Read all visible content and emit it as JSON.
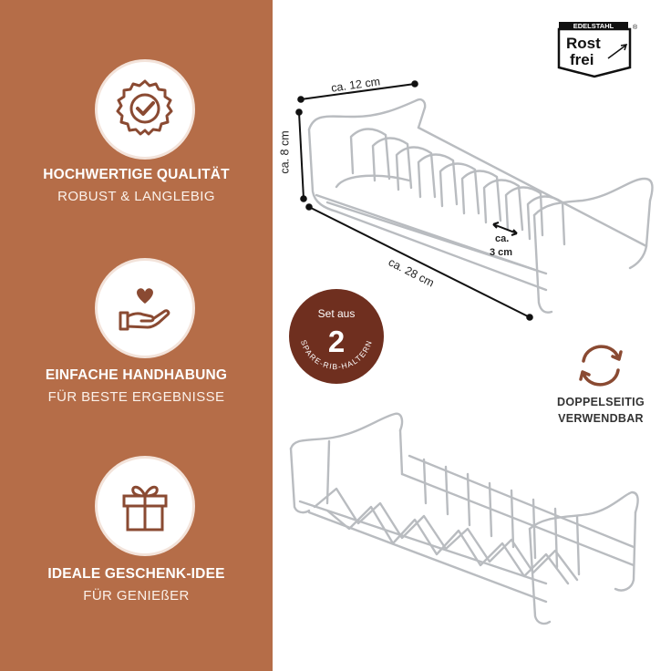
{
  "features": [
    {
      "title": "HOCHWERTIGE QUALITÄT",
      "subtitle": "ROBUST & LANGLEBIG",
      "icon": "quality-seal-icon"
    },
    {
      "title": "EINFACHE HANDHABUNG",
      "subtitle": "FÜR BESTE ERGEBNISSE",
      "icon": "heart-hand-icon"
    },
    {
      "title": "IDEALE GESCHENK-IDEE",
      "subtitle": "FÜR GENIEßER",
      "icon": "gift-icon"
    }
  ],
  "dimensions": {
    "width": "ca. 12 cm",
    "height": "ca. 8 cm",
    "length": "ca. 28 cm",
    "spacing_line1": "ca.",
    "spacing_line2": "3 cm"
  },
  "badge": {
    "top": "Set aus",
    "number": "2",
    "arc": "SPARE-RIB-HALTERN"
  },
  "logo": {
    "top": "EDELSTAHL",
    "line1": "Rost",
    "line2": "frei",
    "mark": "®"
  },
  "double_sided": {
    "line1": "DOPPELSEITIG",
    "line2": "VERWENDBAR",
    "icon": "rotate-arrows-icon"
  },
  "colors": {
    "panel": "#b56d48",
    "badge": "#6f2f1f",
    "icon": "#8a4a32"
  }
}
